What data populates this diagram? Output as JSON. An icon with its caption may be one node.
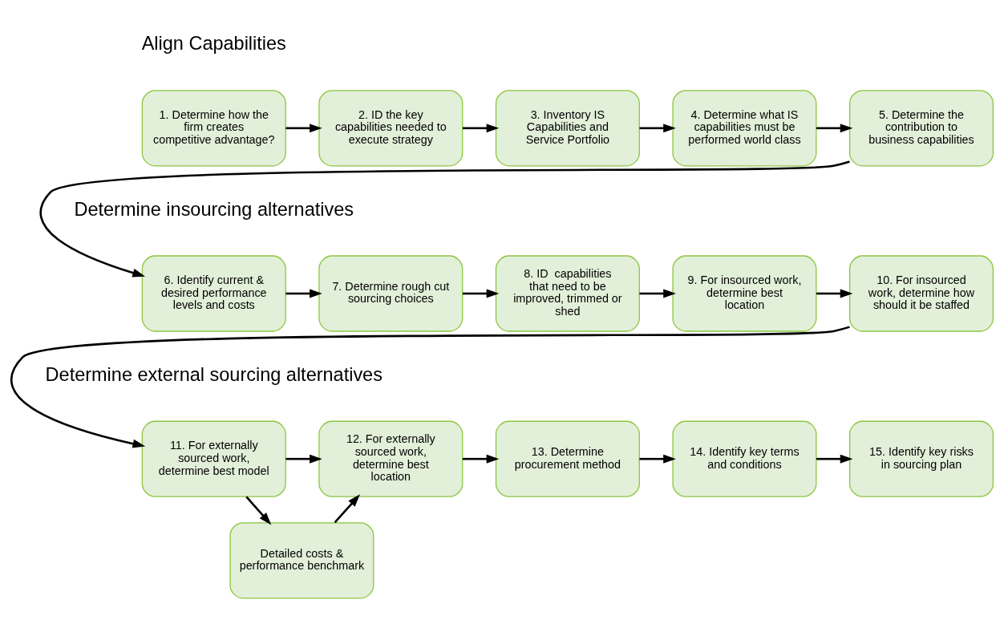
{
  "diagram": {
    "nodes": [
      {
        "text": [
          "1. Determine how the firm creates competitive advantage?"
        ]
      },
      {
        "text": [
          "2. ID the key capabilities needed to execute strategy"
        ]
      },
      {
        "text": [
          "3. Inventory IS Capabilities and Service Portfolio"
        ]
      },
      {
        "text": [
          "4. Determine what IS capabilities must be performed world class"
        ]
      },
      {
        "text": [
          "5. Determine the contribution to business capabilities"
        ]
      },
      {
        "text": [
          "6. Identify current & desired performance levels and costs"
        ]
      },
      {
        "text": [
          "7. Determine rough cut sourcing choices"
        ]
      },
      {
        "text": [
          "8. ID  capabilities that need to be improved, trimmed or shed"
        ]
      },
      {
        "text": [
          "9. For insourced work, determine best location"
        ]
      },
      {
        "text": [
          "10. For insourced work, determine how should it be staffed"
        ]
      },
      {
        "text": [
          "11. For externally sourced work, determine best model"
        ]
      },
      {
        "text": [
          "12. For externally sourced work, determine best location"
        ]
      },
      {
        "text": [
          "13. Determine procurement method"
        ]
      },
      {
        "text": [
          "14. Identify key terms and conditions"
        ]
      },
      {
        "text": [
          "15. Identify key risks in sourcing plan"
        ]
      },
      {
        "text": [
          "Detailed costs & performance benchmark"
        ]
      }
    ],
    "edges": [
      {
        "from": 0,
        "to": 1,
        "arrow": "to"
      },
      {
        "from": 1,
        "to": 2,
        "arrow": "to"
      },
      {
        "from": 2,
        "to": 3,
        "arrow": "to"
      },
      {
        "from": 3,
        "to": 4,
        "arrow": "to"
      },
      {
        "from": 4,
        "to": 5,
        "arrow": "to"
      },
      {
        "from": 5,
        "to": 6,
        "arrow": "to"
      },
      {
        "from": 6,
        "to": 7,
        "arrow": "to"
      },
      {
        "from": 7,
        "to": 8,
        "arrow": "to"
      },
      {
        "from": 8,
        "to": 9,
        "arrow": "to"
      },
      {
        "from": 9,
        "to": 10,
        "arrow": "to"
      },
      {
        "from": 10,
        "to": 11,
        "arrow": "to"
      },
      {
        "from": 11,
        "to": 12,
        "arrow": "to"
      },
      {
        "from": 12,
        "to": 13,
        "arrow": "to"
      },
      {
        "from": 13,
        "to": 14,
        "arrow": "to"
      },
      {
        "from": 10,
        "to": 15,
        "arrow": "to"
      },
      {
        "from": 15,
        "to": 11,
        "arrow": "to"
      }
    ],
    "labels": [
      "Align Capabilities",
      "Determine insourcing alternatives",
      "Determine external sourcing alternatives"
    ]
  }
}
